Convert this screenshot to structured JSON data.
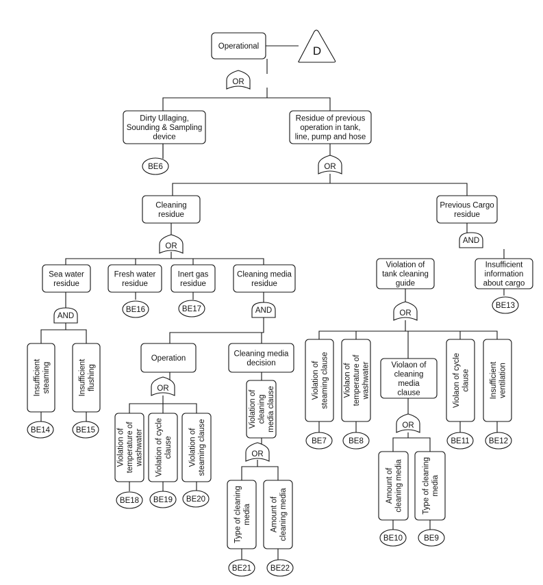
{
  "transfer_label": "D",
  "events": {
    "operational": [
      "Operational"
    ],
    "dirty_ullaging": [
      "Dirty Ullaging,",
      "Sounding & Sampling",
      "device"
    ],
    "residue_previous": [
      "Residue of previous",
      "operation in tank,",
      "line, pump and hose"
    ],
    "cleaning_residue": [
      "Cleaning",
      "residue"
    ],
    "previous_cargo": [
      "Previous Cargo",
      "residue"
    ],
    "sea_water": [
      "Sea water",
      "residue"
    ],
    "fresh_water": [
      "Fresh water",
      "residue"
    ],
    "inert_gas": [
      "Inert gas",
      "residue"
    ],
    "cleaning_media_residue": [
      "Cleaning media",
      "residue"
    ],
    "violation_tank_guide": [
      "Violation of",
      "tank cleaning",
      "guide"
    ],
    "insufficient_info": [
      "Insufficient",
      "information",
      "about cargo"
    ],
    "operation": [
      "Operation"
    ],
    "cleaning_media_decision": [
      "Cleaning media",
      "decision"
    ],
    "insufficient_steaming": [
      "Insufficient",
      "steaming"
    ],
    "insufficient_flushing": [
      "Insufficient",
      "flushing"
    ],
    "violation_temp_washwater_a": [
      "Violation of",
      "temperature of",
      "washwater"
    ],
    "violation_cycle_a": [
      "Violation of cycle",
      "clause"
    ],
    "violation_steaming_a": [
      "Violation of",
      "steaming clause"
    ],
    "violation_cleaning_media_clause_a": [
      "Violation of",
      "cleaning",
      "media clause"
    ],
    "type_cleaning_media_a": [
      "Type of cleaning",
      "media"
    ],
    "amount_cleaning_media_a": [
      "Amount of",
      "cleaning media"
    ],
    "violation_steaming_b": [
      "Violation of",
      "steaming clause"
    ],
    "violaon_temp_washwater_b": [
      "Violaon of",
      "temperature of",
      "washwater"
    ],
    "violaon_cleaning_media_clause_b": [
      "Violaon of",
      "cleaning",
      "media",
      "clause"
    ],
    "violaon_cycle_b": [
      "Violaon of cycle",
      "clause"
    ],
    "insufficient_ventilation": [
      "Insufficient",
      "ventilation"
    ],
    "amount_cleaning_media_b": [
      "Amount of",
      "cleaning media"
    ],
    "type_cleaning_media_b": [
      "Type of cleaning",
      "media"
    ]
  },
  "gates": {
    "g_operational": "OR",
    "g_residue_previous": "OR",
    "g_cleaning_residue": "OR",
    "g_previous_cargo": "AND",
    "g_sea_water": "AND",
    "g_cleaning_media_residue": "AND",
    "g_violation_tank_guide": "OR",
    "g_operation": "OR",
    "g_cleaning_media_decision": "OR",
    "g_violaon_cleaning_media": "OR"
  },
  "basic_events": {
    "be6": "BE6",
    "be7": "BE7",
    "be8": "BE8",
    "be9": "BE9",
    "be10": "BE10",
    "be11": "BE11",
    "be12": "BE12",
    "be13": "BE13",
    "be14": "BE14",
    "be15": "BE15",
    "be16": "BE16",
    "be17": "BE17",
    "be18": "BE18",
    "be19": "BE19",
    "be20": "BE20",
    "be21": "BE21",
    "be22": "BE22"
  }
}
